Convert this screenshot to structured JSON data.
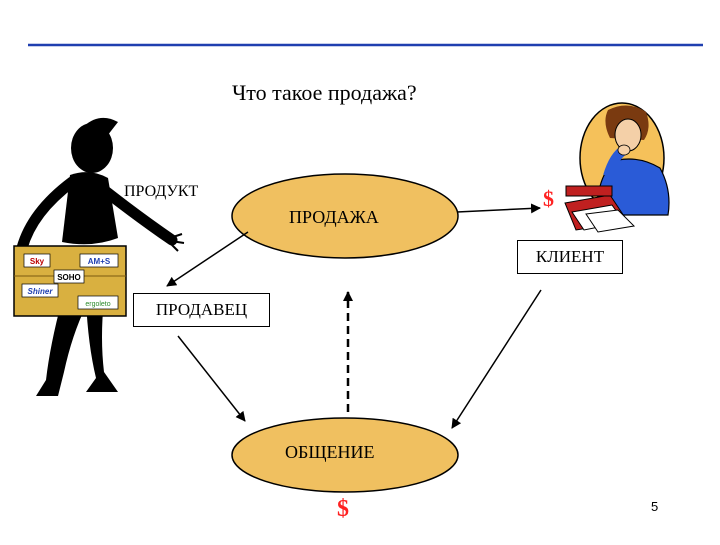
{
  "slide": {
    "title": "Что такое продажа?",
    "page_number": "5"
  },
  "diagram": {
    "product_label": "ПРОДУКТ",
    "sale_label": "ПРОДАЖА",
    "client_label": "КЛИЕНТ",
    "seller_label": "ПРОДАВЕЦ",
    "communication_label": "ОБЩЕНИЕ",
    "dollar_top": "$",
    "dollar_bottom": "$"
  },
  "box_labels": [
    "Sky",
    "AM+S",
    "SOHO",
    "Shiner",
    "ergoleto"
  ],
  "colors": {
    "ellipse_fill": "#f0c060",
    "rule_blue": "#1f3fb0",
    "dollar_red": "#ff2222",
    "client_shirt": "#2a5bd7",
    "client_backdrop": "#f5c15a"
  }
}
